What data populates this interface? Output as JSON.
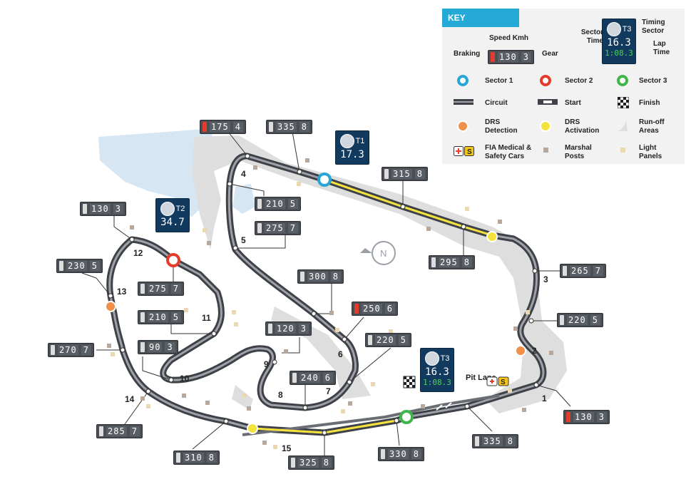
{
  "key": {
    "title": "KEY",
    "speed_kmh": "Speed Kmh",
    "braking": "Braking",
    "gear": "Gear",
    "sample_speed": "130",
    "sample_gear": "3",
    "sector_time": "Sector Time",
    "timing_sector": "Timing Sector",
    "lap_time": "Lap Time",
    "sample_sector_name": "T3",
    "sample_sector_time": "16.3",
    "sample_lap_time": "1:08.3",
    "sector1": "Sector 1",
    "sector2": "Sector 2",
    "sector3": "Sector 3",
    "circuit": "Circuit",
    "start": "Start",
    "finish": "Finish",
    "drs_detection": "DRS Detection",
    "drs_activation": "DRS Activation",
    "runoff": "Run-off Areas",
    "fia_medical": "FIA Medical & Safety Cars",
    "marshal": "Marshal Posts",
    "light_panels": "Light Panels"
  },
  "speed_boxes": [
    {
      "speed": "175",
      "gear": "4",
      "brake": true
    },
    {
      "speed": "335",
      "gear": "8",
      "brake": false
    },
    {
      "speed": "210",
      "gear": "5",
      "brake": false
    },
    {
      "speed": "275",
      "gear": "7",
      "brake": false
    },
    {
      "speed": "315",
      "gear": "8",
      "brake": false
    },
    {
      "speed": "130",
      "gear": "3",
      "brake": false
    },
    {
      "speed": "230",
      "gear": "5",
      "brake": false
    },
    {
      "speed": "275",
      "gear": "7",
      "brake": false
    },
    {
      "speed": "210",
      "gear": "5",
      "brake": false
    },
    {
      "speed": "90",
      "gear": "3",
      "brake": false
    },
    {
      "speed": "270",
      "gear": "7",
      "brake": false
    },
    {
      "speed": "300",
      "gear": "8",
      "brake": false
    },
    {
      "speed": "120",
      "gear": "3",
      "brake": false
    },
    {
      "speed": "250",
      "gear": "6",
      "brake": true
    },
    {
      "speed": "220",
      "gear": "5",
      "brake": false
    },
    {
      "speed": "240",
      "gear": "6",
      "brake": false
    },
    {
      "speed": "295",
      "gear": "8",
      "brake": false
    },
    {
      "speed": "265",
      "gear": "7",
      "brake": false
    },
    {
      "speed": "220",
      "gear": "5",
      "brake": false
    },
    {
      "speed": "130",
      "gear": "3",
      "brake": true
    },
    {
      "speed": "335",
      "gear": "8",
      "brake": false
    },
    {
      "speed": "330",
      "gear": "8",
      "brake": false
    },
    {
      "speed": "325",
      "gear": "8",
      "brake": false
    },
    {
      "speed": "310",
      "gear": "8",
      "brake": false
    },
    {
      "speed": "285",
      "gear": "7",
      "brake": false
    }
  ],
  "timing": [
    {
      "name": "T1",
      "time": "17.3",
      "lap": ""
    },
    {
      "name": "T2",
      "time": "34.7",
      "lap": ""
    },
    {
      "name": "T3",
      "time": "16.3",
      "lap": "1:08.3"
    }
  ],
  "turns": [
    "1",
    "2",
    "3",
    "4",
    "5",
    "6",
    "7",
    "8",
    "9",
    "10",
    "11",
    "12",
    "13",
    "14",
    "15"
  ],
  "pit_lane": "Pit Lane",
  "colors": {
    "sector1": "#2aa6d6",
    "sector2": "#e53b2a",
    "sector3": "#3fb54a",
    "drs_detection": "#f0904a",
    "drs_activation": "#f5e23a",
    "track": "#4c5056",
    "runoff": "#dedede",
    "water": "#d6e6f3",
    "marshal": "#b7a89b",
    "light_panel": "#ead9b0",
    "key_tab": "#25a9d6",
    "timing_box": "#123a5e",
    "lap_time": "#4bd356"
  }
}
